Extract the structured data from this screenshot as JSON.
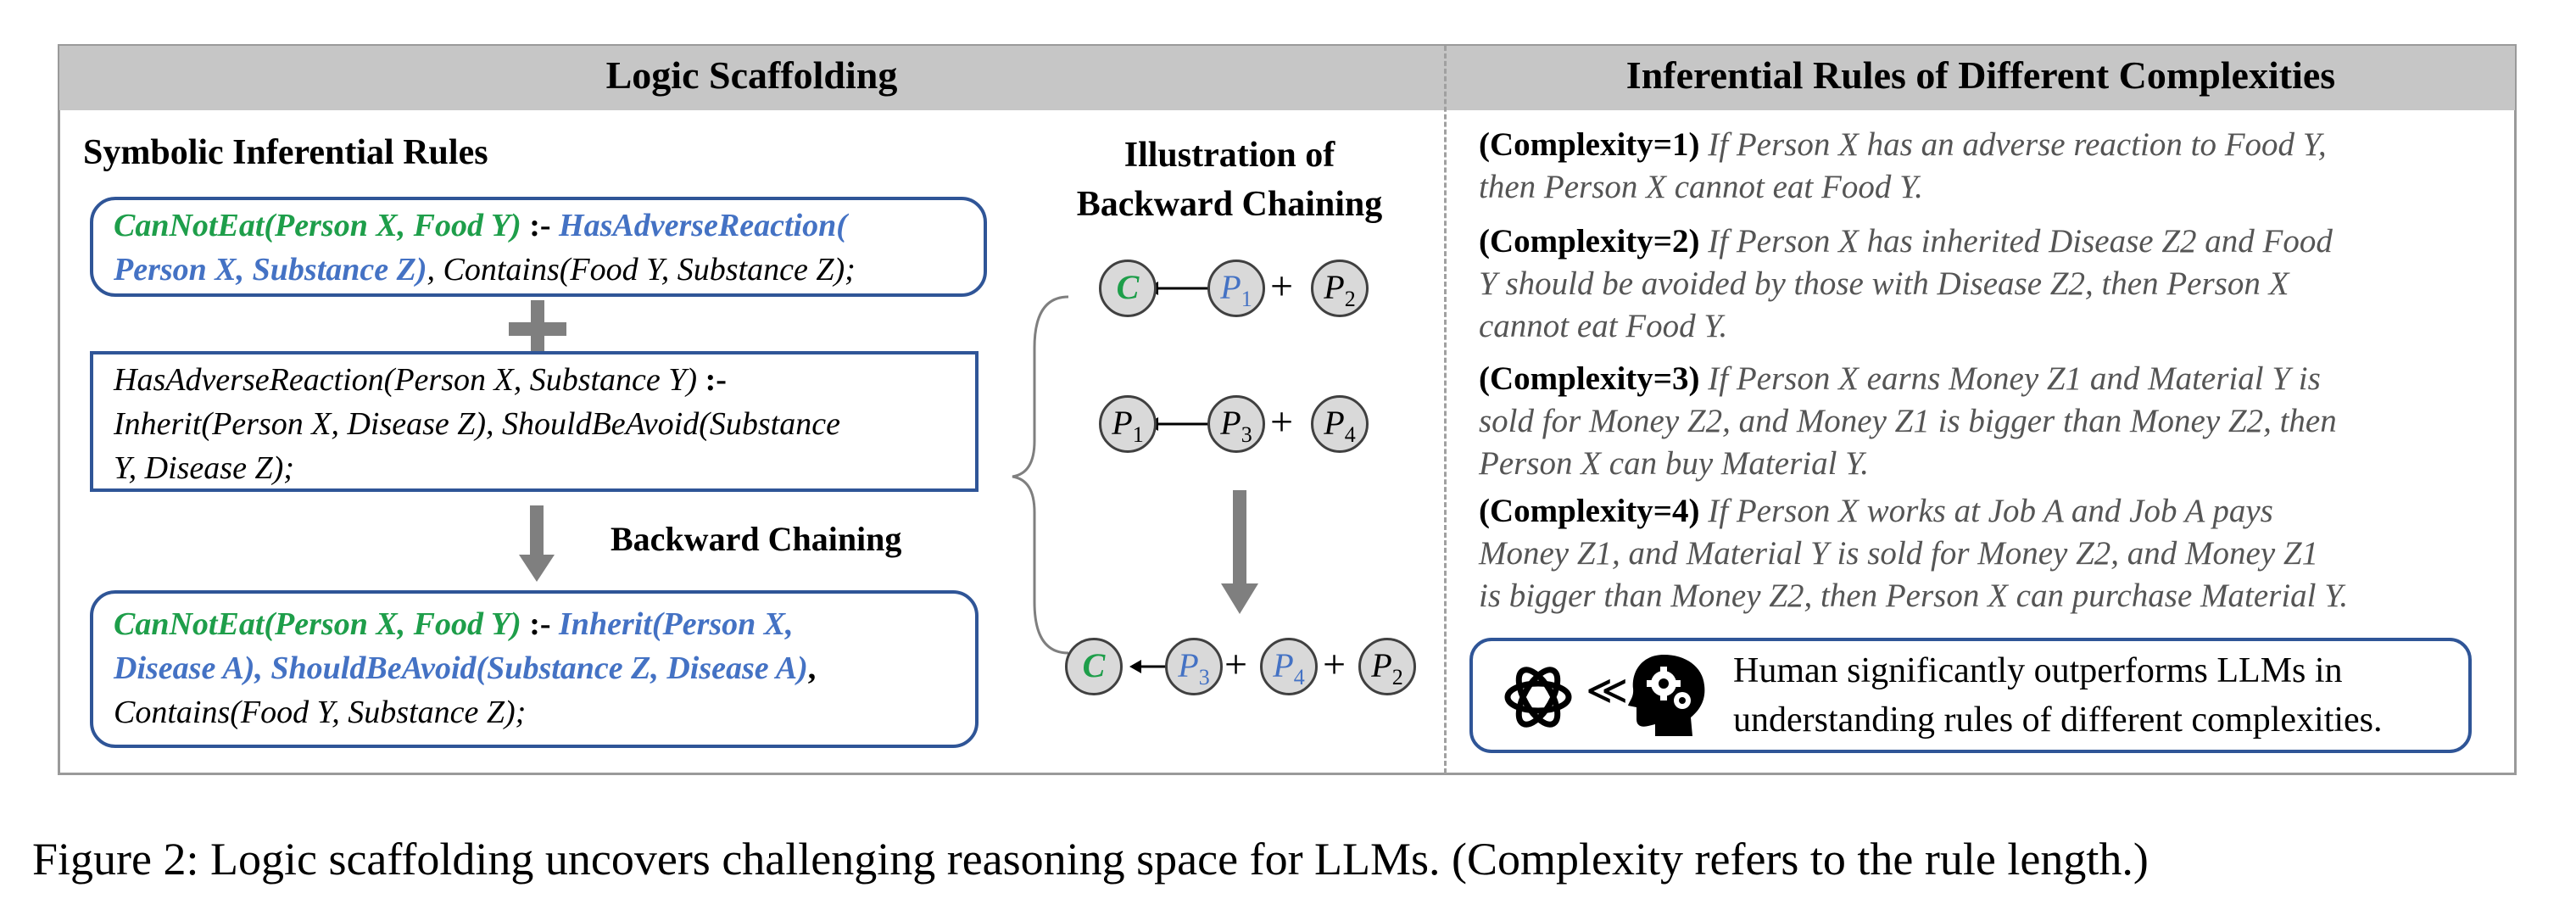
{
  "header": {
    "left_title": "Logic Scaffolding",
    "right_title": "Inferential Rules of Different Complexities"
  },
  "left": {
    "symbolic_title": "Symbolic Inferential Rules",
    "box1": {
      "head": "CanNotEat(Person X, Food Y)",
      "op": " :- ",
      "b1": "HasAdverseReaction(",
      "b2": "Person X, Substance Z)",
      "tail": ", Contains(Food Y, Substance Z);"
    },
    "box2": {
      "line1": "HasAdverseReaction(Person X, Substance Y)",
      "op": " :-",
      "line2": "Inherit(Person  X, Disease Z), ShouldBeAvoid(Substance",
      "line3": "Y, Disease Z);"
    },
    "backward_label": "Backward Chaining",
    "box3": {
      "head": "CanNotEat(Person X, Food Y)",
      "op": " :- ",
      "b1": "Inherit(Person X,",
      "b2": "Disease A), ShouldBeAvoid(Substance Z, Disease A)",
      "comma": ",",
      "line3": "Contains(Food Y, Substance Z);"
    }
  },
  "illustration": {
    "title_line1": "Illustration of",
    "title_line2": "Backward Chaining",
    "row1": {
      "c": "C",
      "p1": "P",
      "p1_sub": "1",
      "plus": "+",
      "p2": "P",
      "p2_sub": "2"
    },
    "row2": {
      "p1": "P",
      "p1_sub": "1",
      "p3": "P",
      "p3_sub": "3",
      "plus": "+",
      "p4": "P",
      "p4_sub": "4"
    },
    "row3": {
      "c": "C",
      "p3": "P",
      "p3_sub": "3",
      "plus1": "+",
      "p4": "P",
      "p4_sub": "4",
      "plus2": "+",
      "p2": "P",
      "p2_sub": "2"
    }
  },
  "complexities": [
    {
      "label": "(Complexity=1)",
      "lines": [
        "If Person X has an adverse reaction to Food Y,",
        "then Person X cannot eat Food Y."
      ]
    },
    {
      "label": "(Complexity=2)",
      "lines": [
        "If Person X has inherited Disease Z2 and Food",
        "Y should be avoided by those with Disease Z2, then Person X",
        "cannot eat Food Y."
      ]
    },
    {
      "label": "(Complexity=3)",
      "lines": [
        "If Person X earns Money Z1 and Material  Y is",
        "sold for Money Z2, and Money Z1 is bigger than Money Z2, then",
        "Person X can buy Material  Y."
      ]
    },
    {
      "label": "(Complexity=4)",
      "lines": [
        "If Person X works at Job A and Job A pays",
        "Money Z1, and Material Y is sold for Money Z2, and Money Z1",
        "is bigger than Money Z2, then Person X can purchase Material Y."
      ]
    }
  ],
  "callout": {
    "symbol": "≪",
    "line1": "Human significantly outperforms LLMs in",
    "line2": "understanding rules of different complexities."
  },
  "caption": "Figure 2: Logic scaffolding uncovers challenging reasoning space for LLMs. (Complexity refers to the rule length.)",
  "colors": {
    "green": "#1e9e4a",
    "blue": "#4472c4",
    "border_blue": "#2f5597",
    "header_gray": "#c6c6c6"
  }
}
